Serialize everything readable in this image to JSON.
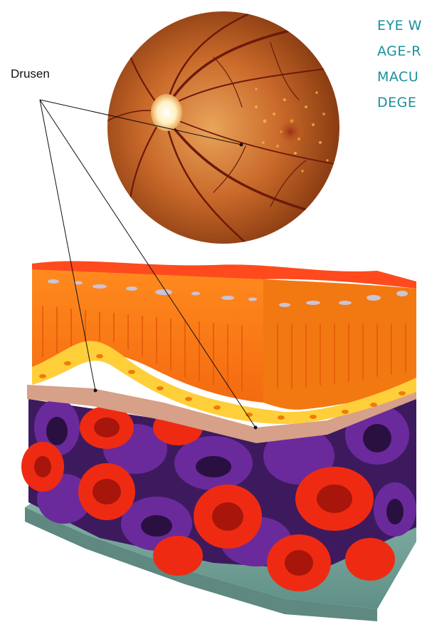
{
  "title_lines": [
    "EYE W",
    "AGE-R",
    "MACU",
    "DEGE"
  ],
  "label": "Drusen",
  "colors": {
    "title": "#1a8f9b",
    "retina_outer": "#8b3d10",
    "retina_mid": "#c96a27",
    "retina_center": "#e0a255",
    "optic_disc": "#fff6dc",
    "vessel": "#6d1a0c",
    "retina_layer": "#f57c1a",
    "retina_layer_top": "#ff4a1e",
    "yellow_layer": "#ffcf3a",
    "membrane": "#d7a088",
    "vessel_red": "#ee2b12",
    "vessel_purple": "#6a2a9c",
    "base": "#7aa9a0"
  }
}
